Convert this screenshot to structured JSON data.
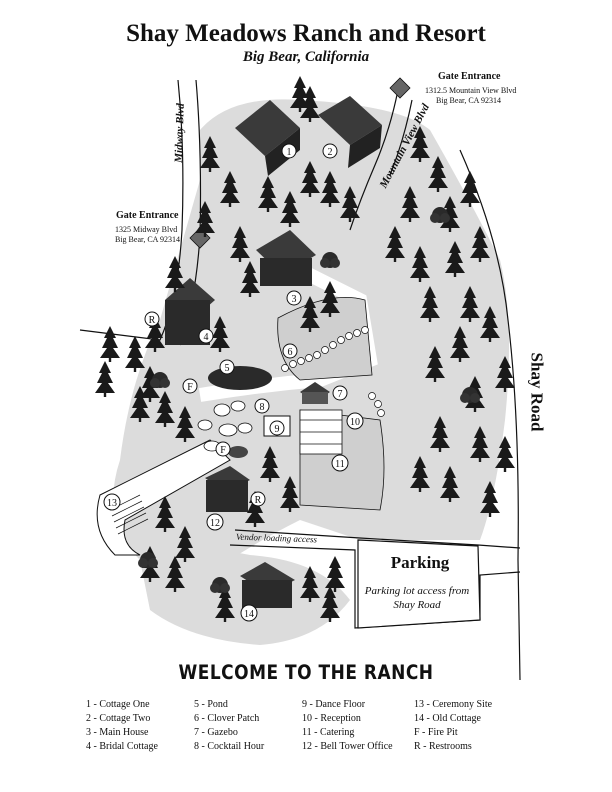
{
  "header": {
    "title": "Shay Meadows Ranch and Resort",
    "subtitle": "Big Bear, California"
  },
  "gates": [
    {
      "title": "Gate Entrance",
      "line1": "1312.5 Mountain View Blvd",
      "line2": "Big Bear, CA 92314"
    },
    {
      "title": "Gate Entrance",
      "line1": "1325 Midway Blvd",
      "line2": "Big Bear, CA 92314"
    }
  ],
  "roads": {
    "midway": "Midway Blvd",
    "mountain_view": "Mountain View Blvd",
    "shay": "Shay Road",
    "vendor": "Vendor loading access"
  },
  "parking": {
    "title": "Parking",
    "note": "Parking lot access from Shay Road"
  },
  "markers": [
    {
      "label": "1"
    },
    {
      "label": "2"
    },
    {
      "label": "3"
    },
    {
      "label": "4"
    },
    {
      "label": "5"
    },
    {
      "label": "6"
    },
    {
      "label": "7"
    },
    {
      "label": "8"
    },
    {
      "label": "9"
    },
    {
      "label": "10"
    },
    {
      "label": "11"
    },
    {
      "label": "12"
    },
    {
      "label": "13"
    },
    {
      "label": "14"
    },
    {
      "label": "R"
    },
    {
      "label": "R"
    },
    {
      "label": "F"
    },
    {
      "label": "F"
    }
  ],
  "welcome": "WELCOME TO THE RANCH",
  "legend": [
    [
      "1 - Cottage One",
      "2 - Cottage Two",
      "3 - Main House",
      "4 - Bridal Cottage"
    ],
    [
      "5 - Pond",
      "6 - Clover Patch",
      "7 - Gazebo",
      "8 - Cocktail Hour"
    ],
    [
      "9 - Dance Floor",
      "10 - Reception",
      "11 - Catering",
      "12 - Bell Tower Office"
    ],
    [
      "13 - Ceremony Site",
      "14 - Old Cottage",
      "F - Fire Pit",
      "R - Restrooms"
    ]
  ],
  "colors": {
    "ink": "#111111",
    "ground": "#d9d9d9",
    "path": "#ffffff",
    "roof": "#3a3a3a"
  }
}
